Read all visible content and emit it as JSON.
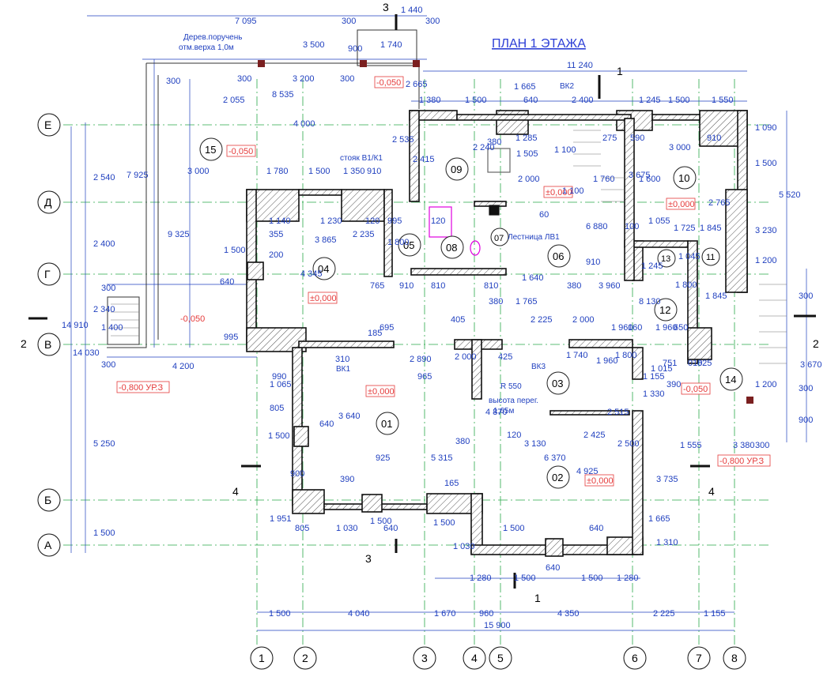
{
  "plan": {
    "title": "ПЛАН 1 ЭТАЖА",
    "grid_rows": [
      "Е",
      "Д",
      "Г",
      "В",
      "Б",
      "А"
    ],
    "grid_cols": [
      "1",
      "2",
      "3",
      "4",
      "5",
      "6",
      "7",
      "8"
    ],
    "section_marks": [
      {
        "id": "sec-3-top",
        "label": "3"
      },
      {
        "id": "sec-3-bot",
        "label": "3"
      },
      {
        "id": "sec-1-top",
        "label": "1"
      },
      {
        "id": "sec-1-bot",
        "label": "1"
      },
      {
        "id": "sec-2-left",
        "label": "2"
      },
      {
        "id": "sec-2-right",
        "label": "2"
      },
      {
        "id": "sec-4-left",
        "label": "4"
      },
      {
        "id": "sec-4-right",
        "label": "4"
      }
    ],
    "rooms": [
      "15",
      "04",
      "05",
      "08",
      "07",
      "09",
      "06",
      "10",
      "13",
      "11",
      "12",
      "01",
      "03",
      "02",
      "14"
    ],
    "levels": [
      "-0,050",
      "-0,050",
      "-0,050",
      "±0,000",
      "±0,000",
      "±0,000",
      "±0,000",
      "±0,000",
      "-0,050",
      "-0,800 УР.З",
      "-0,800 УР.З"
    ],
    "labels": {
      "handrail_1": "Дерев.поручень",
      "handrail_2": "отм.верха 1,0м",
      "riser": "стояк В1/К1",
      "stair": "Лестница ЛВ1",
      "vk1": "ВК1",
      "vk2": "ВК2",
      "vk3": "ВК3",
      "radius": "R 550",
      "ceil_1": "высота перег.",
      "ceil_2": "1,65м"
    },
    "dims": {
      "top_overall": "11 240",
      "bottom_overall": "15 900",
      "bottom_chain": [
        "1 500",
        "4 040",
        "1 670",
        "960",
        "4 350",
        "2 225",
        "1 155"
      ],
      "bottom_chain2": [
        "1 280",
        "1 500",
        "640",
        "1 500",
        "1 280"
      ],
      "top_chain": [
        "1 380",
        "1 500",
        "1 665",
        "640",
        "2 400",
        "1 245",
        "1 500",
        "1 550"
      ],
      "top_left": [
        "7 095",
        "300",
        "1 440",
        "300",
        "3 500",
        "900",
        "1 740",
        "300",
        "3 200",
        "300",
        "8 535",
        "2 055",
        "2 665",
        "300"
      ],
      "left_chain": [
        "2 540",
        "2 400",
        "2 340",
        "5 250",
        "1 500",
        "7 925",
        "9 325",
        "14 910",
        "14 030",
        "300",
        "1 400",
        "300",
        "4 200"
      ],
      "right_chain": [
        "1 090",
        "5 520",
        "1 500",
        "3 230",
        "1 200",
        "300",
        "3 670",
        "300",
        "900",
        "1 200"
      ],
      "misc": [
        "3 000",
        "1 780",
        "1 500",
        "1 350",
        "910",
        "4 000",
        "2 535",
        "2 415",
        "2 240",
        "380",
        "1 285",
        "1 505",
        "1 100",
        "275",
        "590",
        "3 000",
        "910",
        "1 140",
        "1 230",
        "120",
        "3 865",
        "2 235",
        "4 345",
        "200",
        "355",
        "1 500",
        "640",
        "995",
        "995",
        "120",
        "1 800",
        "2 000",
        "1 760",
        "1 100",
        "1 600",
        "3 675",
        "2 765",
        "1 725",
        "1 845",
        "1 055",
        "100",
        "60",
        "6 880",
        "910",
        "1 245",
        "1 045",
        "765",
        "910",
        "810",
        "810",
        "1 640",
        "380",
        "3 960",
        "380",
        "8 130",
        "1 800",
        "1 845",
        "695",
        "405",
        "1 765",
        "2 225",
        "2 000",
        "1 960",
        "160",
        "1 800",
        "1 960",
        "650",
        "185",
        "310",
        "2 890",
        "2 000",
        "425",
        "965",
        "1 740",
        "1 960",
        "1 015",
        "751",
        "010",
        "825",
        "1 155",
        "390",
        "1 330",
        "990",
        "1 065",
        "805",
        "1 500",
        "640",
        "3 640",
        "4 870",
        "2 515",
        "120",
        "2 425",
        "2 500",
        "925",
        "5 315",
        "380",
        "3 130",
        "6 370",
        "4 925",
        "3 735",
        "1 555",
        "3 380",
        "300",
        "900",
        "390",
        "165",
        "1 665",
        "1 310",
        "1 951",
        "805",
        "1 030",
        "1 500",
        "640",
        "1 500",
        "1 030",
        "1 500",
        "640",
        "1 500"
      ]
    }
  }
}
